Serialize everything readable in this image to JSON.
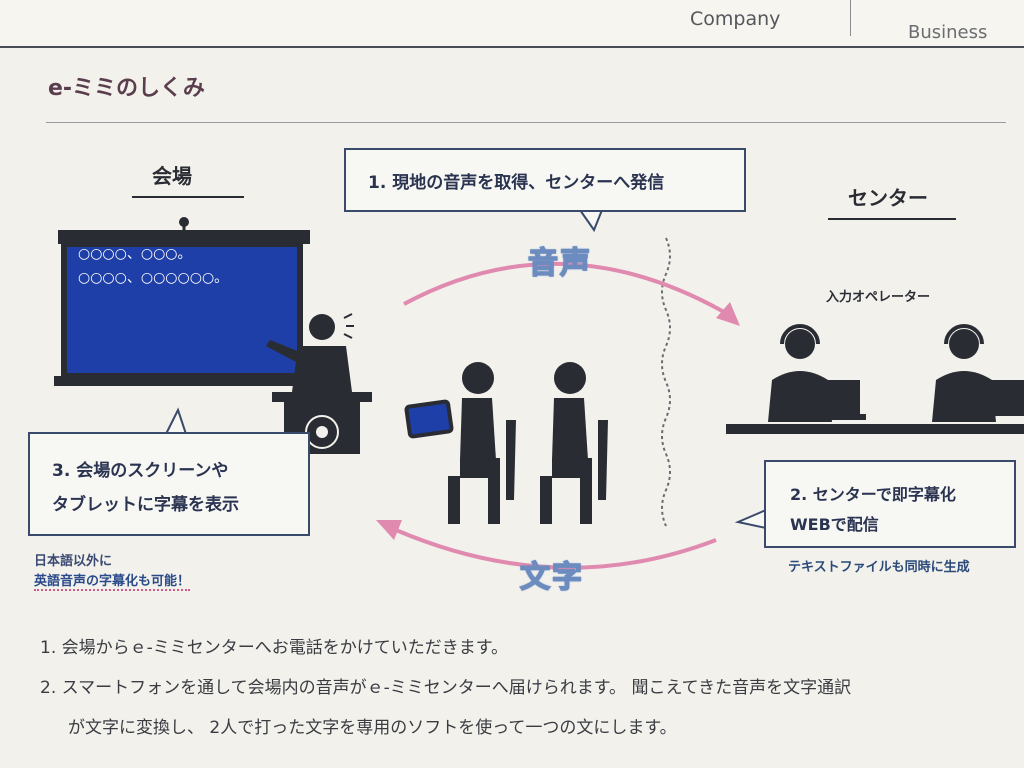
{
  "nav": {
    "company": "Company",
    "business": "Business"
  },
  "title": "e-ミミのしくみ",
  "labels": {
    "venue": "会場",
    "center": "センター",
    "operators": "入力オペレーター"
  },
  "callouts": {
    "step1": "1. 現地の音声を取得、センターへ発信",
    "step3_line1": "3. 会場のスクリーンや",
    "step3_line2": "タブレットに字幕を表示",
    "step2_line1": "2. センターで即字幕化",
    "step2_line2": "WEBで配信"
  },
  "words": {
    "audio": "音声",
    "text": "文字"
  },
  "screen": {
    "line1": "○○○○、○○○。",
    "line2": "○○○○、○○○○○○。"
  },
  "notes": {
    "venue_line1": "日本語以外に",
    "venue_line2": "英語音声の字幕化も可能！",
    "center": "テキストファイルも同時に生成"
  },
  "steps": [
    "1. 会場からｅ-ミミセンターへお電話をかけていただきます。",
    "2. スマートフォンを通して会場内の音声がｅ-ミミセンターへ届けられます。 聞こえてきた音声を文字通訳",
    "が文字に変換し、 2人で打った文字を専用のソフトを使って一つの文にします。"
  ],
  "colors": {
    "accent": "#2a3350",
    "arrow": "#e08ab0",
    "screen": "#1f3fa8"
  }
}
